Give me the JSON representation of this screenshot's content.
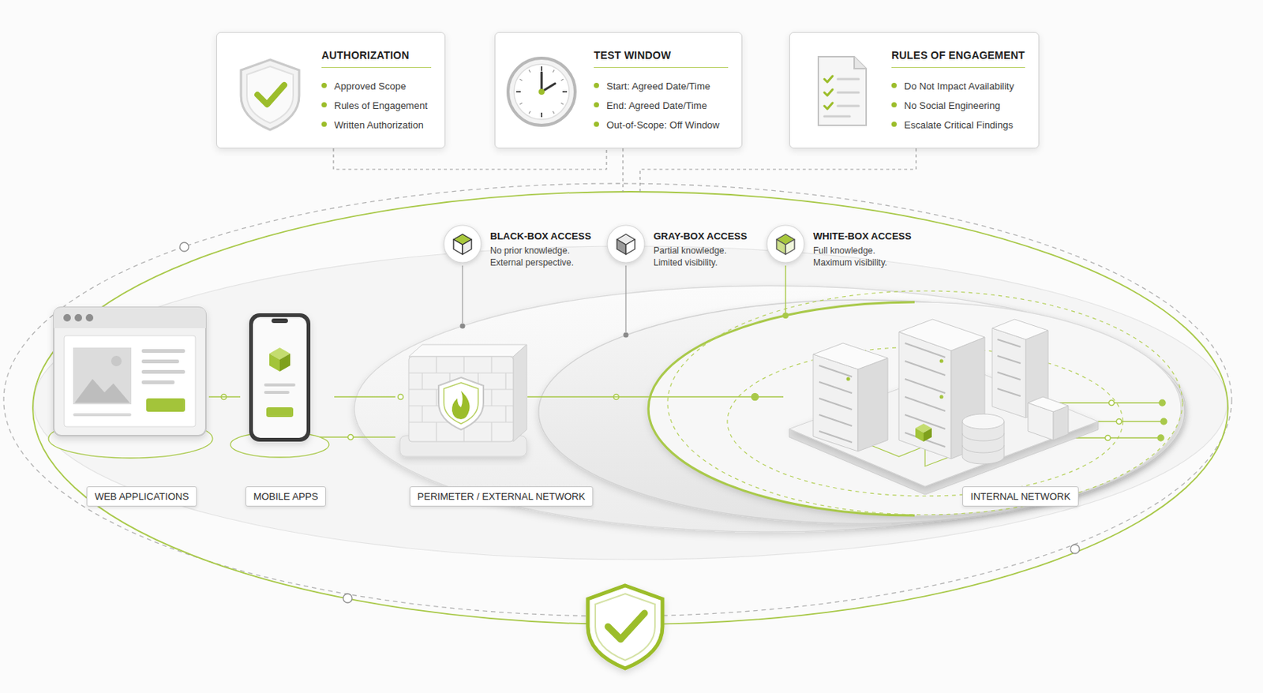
{
  "diagram": {
    "nodes": [
      {
        "text": [
          "AUTHORIZATION",
          "Approved Scope",
          "Rules of Engagement",
          "Written Authorization"
        ]
      },
      {
        "text": [
          "TEST WINDOW",
          "Start: Agreed Date/Time",
          "End: Agreed Date/Time",
          "Out-of-Scope: Off Window"
        ]
      },
      {
        "text": [
          "RULES OF ENGAGEMENT",
          "Do Not Impact Availability",
          "No Social Engineering",
          "Escalate Critical Findings"
        ]
      },
      {
        "text": [
          "BLACK-BOX ACCESS",
          "No prior knowledge. External perspective."
        ]
      },
      {
        "text": [
          "GRAY-BOX ACCESS",
          "Partial knowledge. Limited visibility."
        ]
      },
      {
        "text": [
          "WHITE-BOX ACCESS",
          "Full knowledge. Maximum visibility."
        ]
      },
      {
        "text": [
          "WEB APPLICATIONS"
        ]
      },
      {
        "text": [
          "MOBILE APPS"
        ]
      },
      {
        "text": [
          "PERIMETER / EXTERNAL NETWORK"
        ]
      },
      {
        "text": [
          "INTERNAL NETWORK"
        ]
      }
    ],
    "edges": [
      {
        "from": 6,
        "to": 7,
        "arrow": "none"
      },
      {
        "from": 7,
        "to": 8,
        "arrow": "none"
      },
      {
        "from": 8,
        "to": 9,
        "arrow": "none"
      }
    ]
  }
}
